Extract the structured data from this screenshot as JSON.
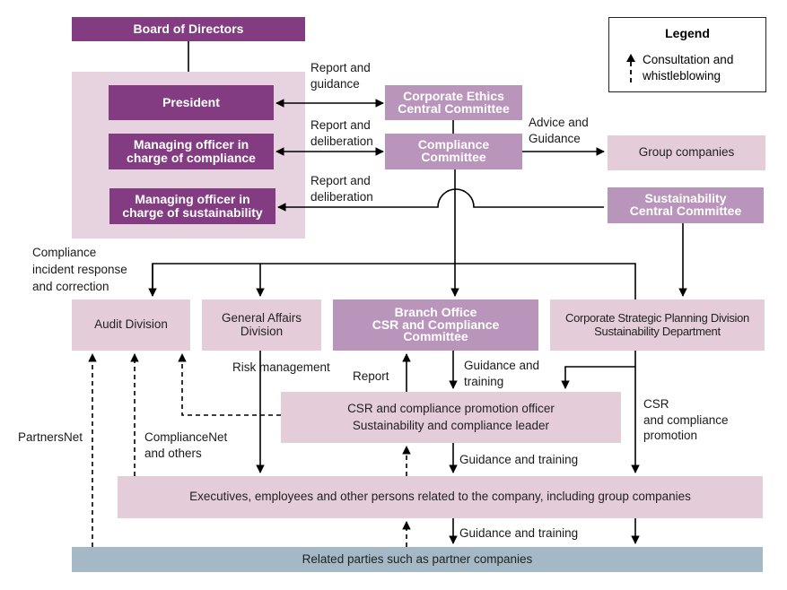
{
  "colors": {
    "dark_purple": "#833c82",
    "mid_purple": "#b995bb",
    "light_pink": "#e4cdd9",
    "group_background": "#e7d3e0",
    "blue_gray": "#a4b8c5",
    "line": "#000000"
  },
  "legend": {
    "title": "Legend",
    "items": [
      {
        "icon": "dashed-arrow-up-icon",
        "label_line1": "Consultation and",
        "label_line2": "whistleblowing"
      }
    ]
  },
  "nodes": {
    "board": "Board of Directors",
    "president": "President",
    "mo_compliance": {
      "line1": "Managing officer in",
      "line2": "charge of compliance"
    },
    "mo_sustainability": {
      "line1": "Managing officer in",
      "line2": "charge of sustainability"
    },
    "ethics_committee": {
      "line1": "Corporate Ethics",
      "line2": "Central Committee"
    },
    "compliance_committee": {
      "line1": "Compliance",
      "line2": "Committee"
    },
    "group_companies": "Group companies",
    "sustainability_committee": {
      "line1": "Sustainability",
      "line2": "Central Committee"
    },
    "audit_division": "Audit Division",
    "general_affairs": {
      "line1": "General Affairs",
      "line2": "Division"
    },
    "branch_committee": {
      "line1": "Branch Office",
      "line2": "CSR and Compliance",
      "line3": "Committee"
    },
    "strategic_planning": {
      "line1": "Corporate Strategic Planning Division",
      "line2": "Sustainability Department"
    },
    "promotion_officer": {
      "line1": "CSR and compliance promotion officer",
      "line2": "Sustainability and compliance leader"
    },
    "executives": "Executives, employees and other persons related to the company, including group companies",
    "related_parties": "Related parties such as partner companies"
  },
  "labels": {
    "report_guidance": {
      "line1": "Report and",
      "line2": "guidance"
    },
    "report_deliberation_1": {
      "line1": "Report and",
      "line2": "deliberation"
    },
    "report_deliberation_2": {
      "line1": "Report and",
      "line2": "deliberation"
    },
    "advice_guidance": {
      "line1": "Advice and",
      "line2": "Guidance"
    },
    "incident_response": {
      "line1": "Compliance",
      "line2": "incident response",
      "line3": "and correction"
    },
    "risk_management": "Risk management",
    "report": "Report",
    "guidance_training_1": {
      "line1": "Guidance and",
      "line2": "training"
    },
    "csr_promotion": {
      "line1": "CSR",
      "line2": "and compliance",
      "line3": "promotion"
    },
    "partnersnet": "PartnersNet",
    "compliancenet": {
      "line1": "ComplianceNet",
      "line2": "and others"
    },
    "guidance_training_2": "Guidance and training",
    "guidance_training_3": "Guidance and training"
  }
}
